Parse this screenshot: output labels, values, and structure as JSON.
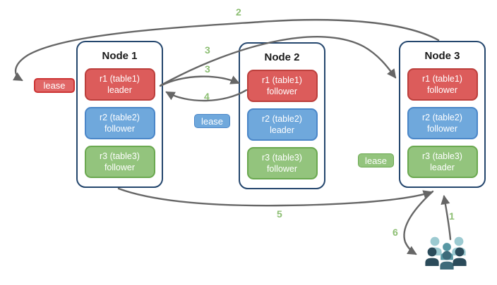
{
  "diagram_type": "distributed-ranges-leaseholder-diagram",
  "nodes": [
    {
      "title": "Node 1",
      "replicas": [
        {
          "range": "r1 (table1)",
          "role": "leader",
          "color": "red"
        },
        {
          "range": "r2 (table2)",
          "role": "follower",
          "color": "blue"
        },
        {
          "range": "r3 (table3)",
          "role": "follower",
          "color": "green"
        }
      ]
    },
    {
      "title": "Node 2",
      "replicas": [
        {
          "range": "r1 (table1)",
          "role": "follower",
          "color": "red"
        },
        {
          "range": "r2 (table2)",
          "role": "leader",
          "color": "blue"
        },
        {
          "range": "r3 (table3)",
          "role": "follower",
          "color": "green"
        }
      ]
    },
    {
      "title": "Node 3",
      "replicas": [
        {
          "range": "r1 (table1)",
          "role": "follower",
          "color": "red"
        },
        {
          "range": "r2 (table2)",
          "role": "follower",
          "color": "blue"
        },
        {
          "range": "r3 (table3)",
          "role": "leader",
          "color": "green"
        }
      ]
    }
  ],
  "leases": [
    {
      "label": "lease",
      "color": "red"
    },
    {
      "label": "lease",
      "color": "blue"
    },
    {
      "label": "lease",
      "color": "green"
    }
  ],
  "step_labels": {
    "s1": "1",
    "s2": "2",
    "s3a": "3",
    "s3b": "3",
    "s4": "4",
    "s5": "5",
    "s6": "6"
  },
  "colors": {
    "background": "#FFFFFF",
    "node_border": "#24466D",
    "node_title": "#1A1A1A",
    "arrow": "#666666",
    "step_label": "#8CBE72",
    "replica_red_fill": "#DC5C5B",
    "replica_red_border": "#BC3F3C",
    "replica_blue_fill": "#6FA8DC",
    "replica_blue_border": "#4A86C8",
    "replica_green_fill": "#93C47D",
    "replica_green_border": "#6AA84F",
    "lease_red_fill": "#E06666",
    "lease_red_border": "#CC3333",
    "users": {
      "light": "#9CCAD1",
      "medium": "#5797A3",
      "slate": "#3E6B7A",
      "dark": "#2B4B5A"
    }
  }
}
